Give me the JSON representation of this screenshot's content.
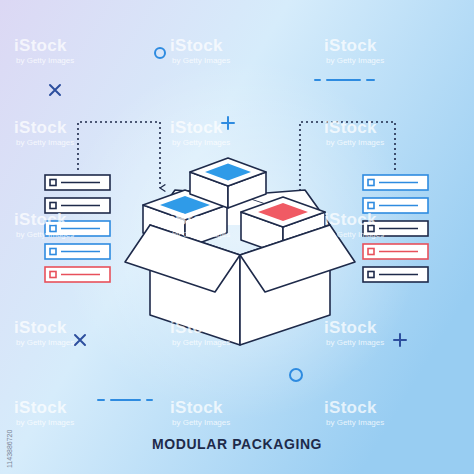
{
  "diagram": {
    "title": "MODULAR PACKAGING",
    "labels": [
      "iStock",
      "by Getty Images",
      "iStock",
      "by Getty Images",
      "iStock",
      "by Getty Images",
      "iStock",
      "by Getty Images",
      "iStock",
      "by Getty Images",
      "iStock",
      "by Getty Images",
      "iStock",
      "by Getty Images",
      "iStock",
      "by Getty Images",
      "iStock",
      "by Getty Images",
      "iStock",
      "by Getty Images",
      "iStock",
      "by Getty Images",
      "iStock",
      "by Getty Images",
      "iStock",
      "by Getty Images",
      "iStock",
      "by Getty Images",
      "iStock",
      "by Getty Images",
      "1143886720"
    ]
  }
}
